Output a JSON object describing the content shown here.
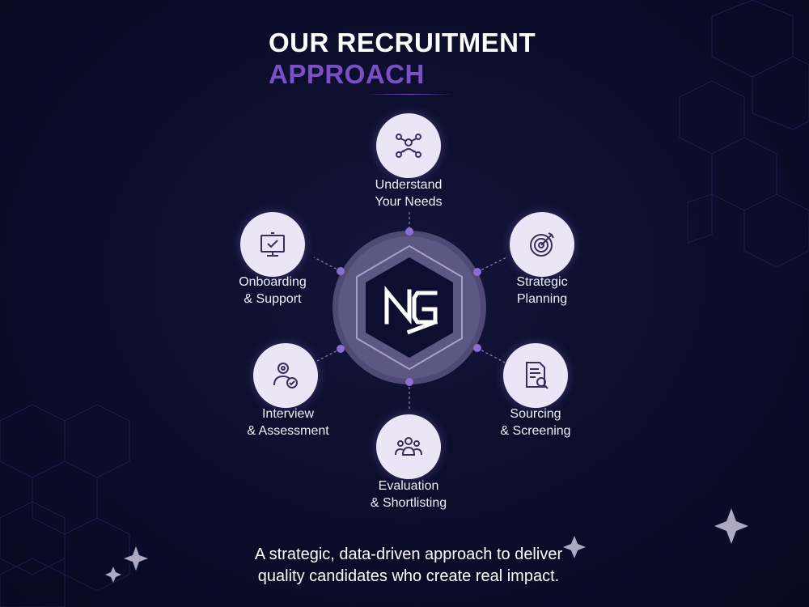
{
  "title": {
    "line1": "OUR RECRUITMENT",
    "line2": "APPROACH"
  },
  "center_logo": {
    "text": "NG"
  },
  "steps": [
    {
      "line1": "Understand",
      "line2": "Your Needs",
      "icon": "team-network-icon"
    },
    {
      "line1": "Strategic",
      "line2": "Planning",
      "icon": "target-icon"
    },
    {
      "line1": "Sourcing",
      "line2": "& Screening",
      "icon": "document-search-icon"
    },
    {
      "line1": "Evaluation",
      "line2": "& Shortlisting",
      "icon": "group-icon"
    },
    {
      "line1": "Interview",
      "line2": "& Assessment",
      "icon": "person-check-icon"
    },
    {
      "line1": "Onboarding",
      "line2": "& Support",
      "icon": "monitor-check-icon"
    }
  ],
  "footer": {
    "line1": "A strategic, data-driven approach to deliver",
    "line2": "quality candidates who create real impact."
  },
  "colors": {
    "background": "#0c0d2a",
    "accent": "#7b4fc7",
    "circle": "#ebe6f5",
    "icon": "#3a2d5c"
  }
}
